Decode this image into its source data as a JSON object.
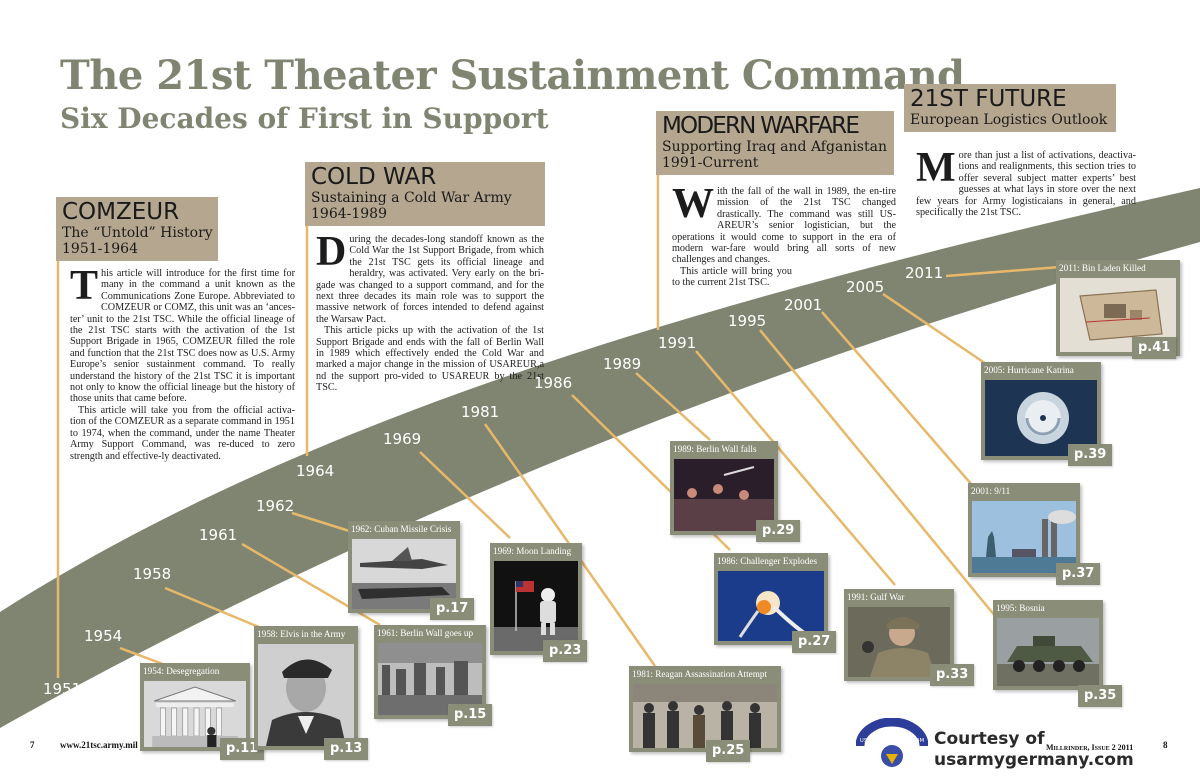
{
  "header": {
    "title": "The 21st Theater Sustainment Command",
    "subtitle": "Six Decades of First in Support"
  },
  "colors": {
    "band": "#7f8570",
    "header_tan": "#b5a78f",
    "connector": "#e8b86a",
    "photo_frame": "#8a8e79"
  },
  "eras": {
    "comzeur": {
      "name": "COMZEUR",
      "line1": "The “Untold” History",
      "line2": "1951-1964",
      "dropcap": "T",
      "p1": "his article will introduce for the first time for many in the command a unit known as the Communications Zone Europe. Abbreviated to COMZEUR or COMZ, this unit was an ‘ances-ter’ unit to the 21st TSC. While the official lineage of the 21st TSC starts with the activation of the 1st Support Brigade in 1965, COMZEUR filled the role and function that the 21st TSC does now as U.S. Army Europe’s senior sustainment command. To really understand the history of the 21st TSC it is important not only to know the official lineage but the history of those units that came before.",
      "p2": "This article will take you from the official activa-tion of the COMZEUR as a separate command in 1951 to 1974, when the command, under the name Theater Army Support Command, was re-duced to zero strength and effective-ly deactivated."
    },
    "coldwar": {
      "name": "COLD WAR",
      "line1": "Sustaining a Cold War Army",
      "line2": "1964-1989",
      "dropcap": "D",
      "p1": "uring the decades-long standoff known as the Cold War the 1st Support Brigade, from which the 21st TSC gets its official lineage and heraldry, was activated. Very early on the bri-gade was changed to a support command, and for the next three decades its main role was to support the massive network of forces intended to defend against the Warsaw Pact.",
      "p2": "This article picks up with the activation of the 1st Support Brigade and ends with the fall of Berlin Wall in 1989 which effectively ended the Cold War and marked a major change in the mission of USAREUR,a nd the support pro-vided to USAREUR by the 21st TSC."
    },
    "modern": {
      "name": "MODERN WARFARE",
      "line1": "Supporting Iraq and Afganistan",
      "line2": "1991-Current",
      "dropcap": "W",
      "p1": "ith the fall of the wall in 1989, the en-tire mission of the 21st TSC changed drastically. The command was still US-AREUR’s senior logistician, but the operations it would come to support in the era of modern war-fare would bring all sorts of new challenges and changes.",
      "p2": "This article will bring you to the current 21st TSC."
    },
    "future": {
      "name": "21ST FUTURE",
      "line1": "European Logistics Outlook",
      "dropcap": "M",
      "p1": "ore than just a list of activations, deactiva-tions and realignments, this section tries to offer several subject matter experts’ best guesses at what lays in store over the next few years for Army logisticaians in general, and specifically the 21st TSC."
    }
  },
  "years": [
    "1951",
    "1954",
    "1958",
    "1961",
    "1962",
    "1964",
    "1969",
    "1981",
    "1986",
    "1989",
    "1991",
    "1995",
    "2001",
    "2005",
    "2011"
  ],
  "events": [
    {
      "caption": "1954: Desegregation",
      "page": "p.11",
      "icon": "supreme-court-photo"
    },
    {
      "caption": "1958: Elvis in the Army",
      "page": "p.13",
      "icon": "elvis-portrait-photo"
    },
    {
      "caption": "1961: Berlin Wall goes up",
      "page": "p.15",
      "icon": "berlin-wall-construction-photo"
    },
    {
      "caption": "1962: Cuban Missile Crisis",
      "page": "p.17",
      "icon": "aircraft-over-ship-photo"
    },
    {
      "caption": "1969: Moon Landing",
      "page": "p.23",
      "icon": "astronaut-on-moon-photo"
    },
    {
      "caption": "1981: Reagan Assassination Attempt",
      "page": "p.25",
      "icon": "reagan-crowd-photo"
    },
    {
      "caption": "1986: Challenger Explodes",
      "page": "p.27",
      "icon": "shuttle-explosion-photo"
    },
    {
      "caption": "1989: Berlin Wall falls",
      "page": "p.29",
      "icon": "wall-crowd-night-photo"
    },
    {
      "caption": "1991: Gulf War",
      "page": "p.33",
      "icon": "general-portrait-photo"
    },
    {
      "caption": "1995: Bosnia",
      "page": "p.35",
      "icon": "armored-vehicle-photo"
    },
    {
      "caption": "2001: 9/11",
      "page": "p.37",
      "icon": "twin-towers-smoke-photo"
    },
    {
      "caption": "2005: Hurricane Katrina",
      "page": "p.39",
      "icon": "hurricane-satellite-photo"
    },
    {
      "caption": "2011: Bin Laden Killed",
      "page": "p.41",
      "icon": "compound-diagram-photo"
    }
  ],
  "footer": {
    "left_page": "7",
    "website": "www.21tsc.army.mil",
    "issue": "Millrinder, Issue 2 2011",
    "right_page": "8",
    "courtesy_line1": "Courtesy of",
    "courtesy_line2": "usarmygermany.com",
    "logo_text": "USARMYGERMANY.COM"
  }
}
